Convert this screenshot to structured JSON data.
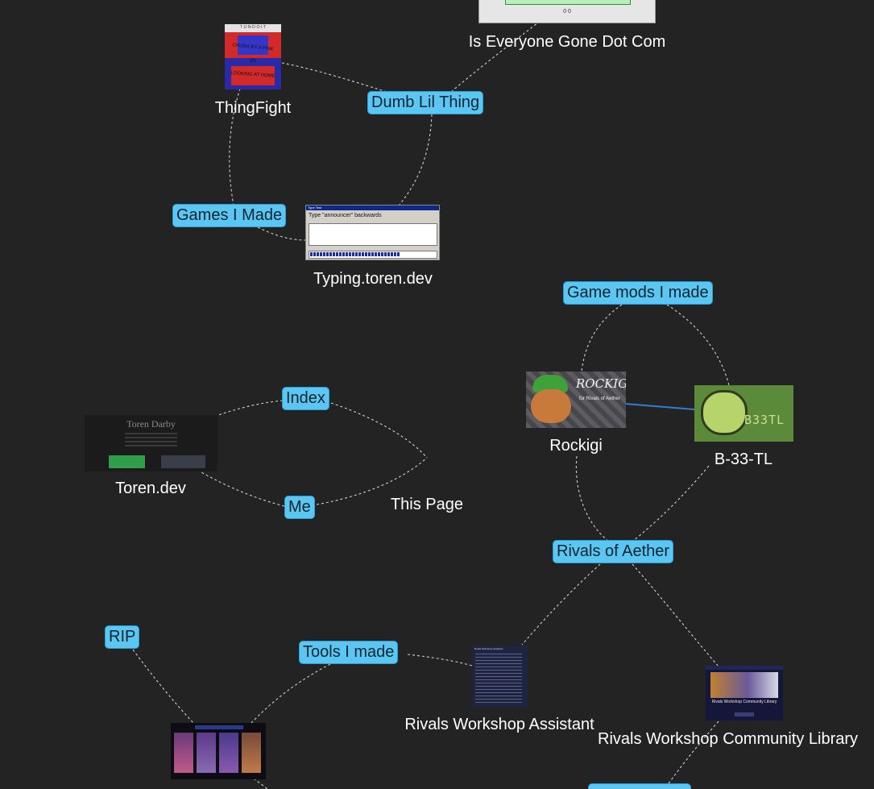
{
  "tags": {
    "dumb_lil_thing": "Dumb Lil Thing",
    "games_i_made": "Games I Made",
    "game_mods_i_made": "Game mods I made",
    "index": "Index",
    "me": "Me",
    "rivals_of_aether": "Rivals of Aether",
    "rip": "RIP",
    "tools_i_made": "Tools I made"
  },
  "labels": {
    "is_everyone_gone": "Is Everyone Gone Dot Com",
    "thingfight": "ThingFight",
    "typing": "Typing.toren.dev",
    "toren_dev": "Toren.dev",
    "this_page": "This Page",
    "rockigi": "Rockigi",
    "b33tl": "B-33-TL",
    "rivals_workshop_assistant": "Rivals Workshop Assistant",
    "rivals_workshop_community_library": "Rivals Workshop Community Library"
  },
  "thumbnails": {
    "is_everyone_gone": {
      "caption": "0 0"
    },
    "thingfight": {
      "top": "T·U·N·D·O·I·T",
      "line1": "CRUSH BY A PINE",
      "vs": "VS",
      "line2": "LOOKING AT HOME"
    },
    "typing": {
      "titlebar": "Type Test",
      "prompt": "Type \"announcer\" backwards"
    },
    "toren_dev": {
      "name": "Toren Darby"
    },
    "rockigi": {
      "title": "ROCKIGI",
      "sub": "for Rivals of Aether"
    },
    "b33tl": {
      "text": "B33TL"
    },
    "rivals_workshop_assistant": {
      "title": "Rivals Workshop Assistant"
    },
    "rivals_workshop_community_library": {
      "title": "Rivals Workshop Community Library"
    }
  },
  "colors": {
    "background": "#232323",
    "tag_fill": "#5bc6f2",
    "tag_border": "#2b9fd3",
    "edge": "#cfcfcf",
    "highlight_edge": "#2f7fd0"
  },
  "icons": {
    "node_thumbnail": "website-screenshot"
  }
}
